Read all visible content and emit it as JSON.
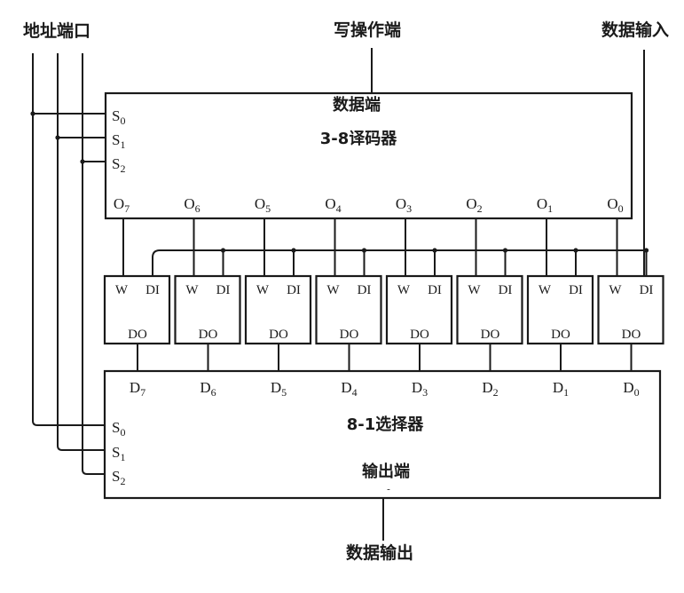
{
  "labels": {
    "address_port": "地址端口",
    "write_port": "写操作端",
    "data_input": "数据输入",
    "data_output": "数据输出"
  },
  "decoder": {
    "data_port": "数据端",
    "name": "3-8译码器",
    "selects": [
      {
        "base": "S",
        "sub": "0"
      },
      {
        "base": "S",
        "sub": "1"
      },
      {
        "base": "S",
        "sub": "2"
      }
    ],
    "outputs": [
      {
        "base": "O",
        "sub": "7"
      },
      {
        "base": "O",
        "sub": "6"
      },
      {
        "base": "O",
        "sub": "5"
      },
      {
        "base": "O",
        "sub": "4"
      },
      {
        "base": "O",
        "sub": "3"
      },
      {
        "base": "O",
        "sub": "2"
      },
      {
        "base": "O",
        "sub": "1"
      },
      {
        "base": "O",
        "sub": "0"
      }
    ]
  },
  "cells": [
    {
      "write": "W",
      "data_in": "DI",
      "data_out": "DO"
    },
    {
      "write": "W",
      "data_in": "DI",
      "data_out": "DO"
    },
    {
      "write": "W",
      "data_in": "DI",
      "data_out": "DO"
    },
    {
      "write": "W",
      "data_in": "DI",
      "data_out": "DO"
    },
    {
      "write": "W",
      "data_in": "DI",
      "data_out": "DO"
    },
    {
      "write": "W",
      "data_in": "DI",
      "data_out": "DO"
    },
    {
      "write": "W",
      "data_in": "DI",
      "data_out": "DO"
    },
    {
      "write": "W",
      "data_in": "DI",
      "data_out": "DO"
    }
  ],
  "selector": {
    "name": "8-1选择器",
    "output_port": "输出端",
    "output_mark": "-",
    "selects": [
      {
        "base": "S",
        "sub": "0"
      },
      {
        "base": "S",
        "sub": "1"
      },
      {
        "base": "S",
        "sub": "2"
      }
    ],
    "inputs": [
      {
        "base": "D",
        "sub": "7"
      },
      {
        "base": "D",
        "sub": "6"
      },
      {
        "base": "D",
        "sub": "5"
      },
      {
        "base": "D",
        "sub": "4"
      },
      {
        "base": "D",
        "sub": "3"
      },
      {
        "base": "D",
        "sub": "2"
      },
      {
        "base": "D",
        "sub": "1"
      },
      {
        "base": "D",
        "sub": "0"
      }
    ]
  },
  "colors": {
    "line": "#1a1a1a",
    "background": "#ffffff"
  }
}
